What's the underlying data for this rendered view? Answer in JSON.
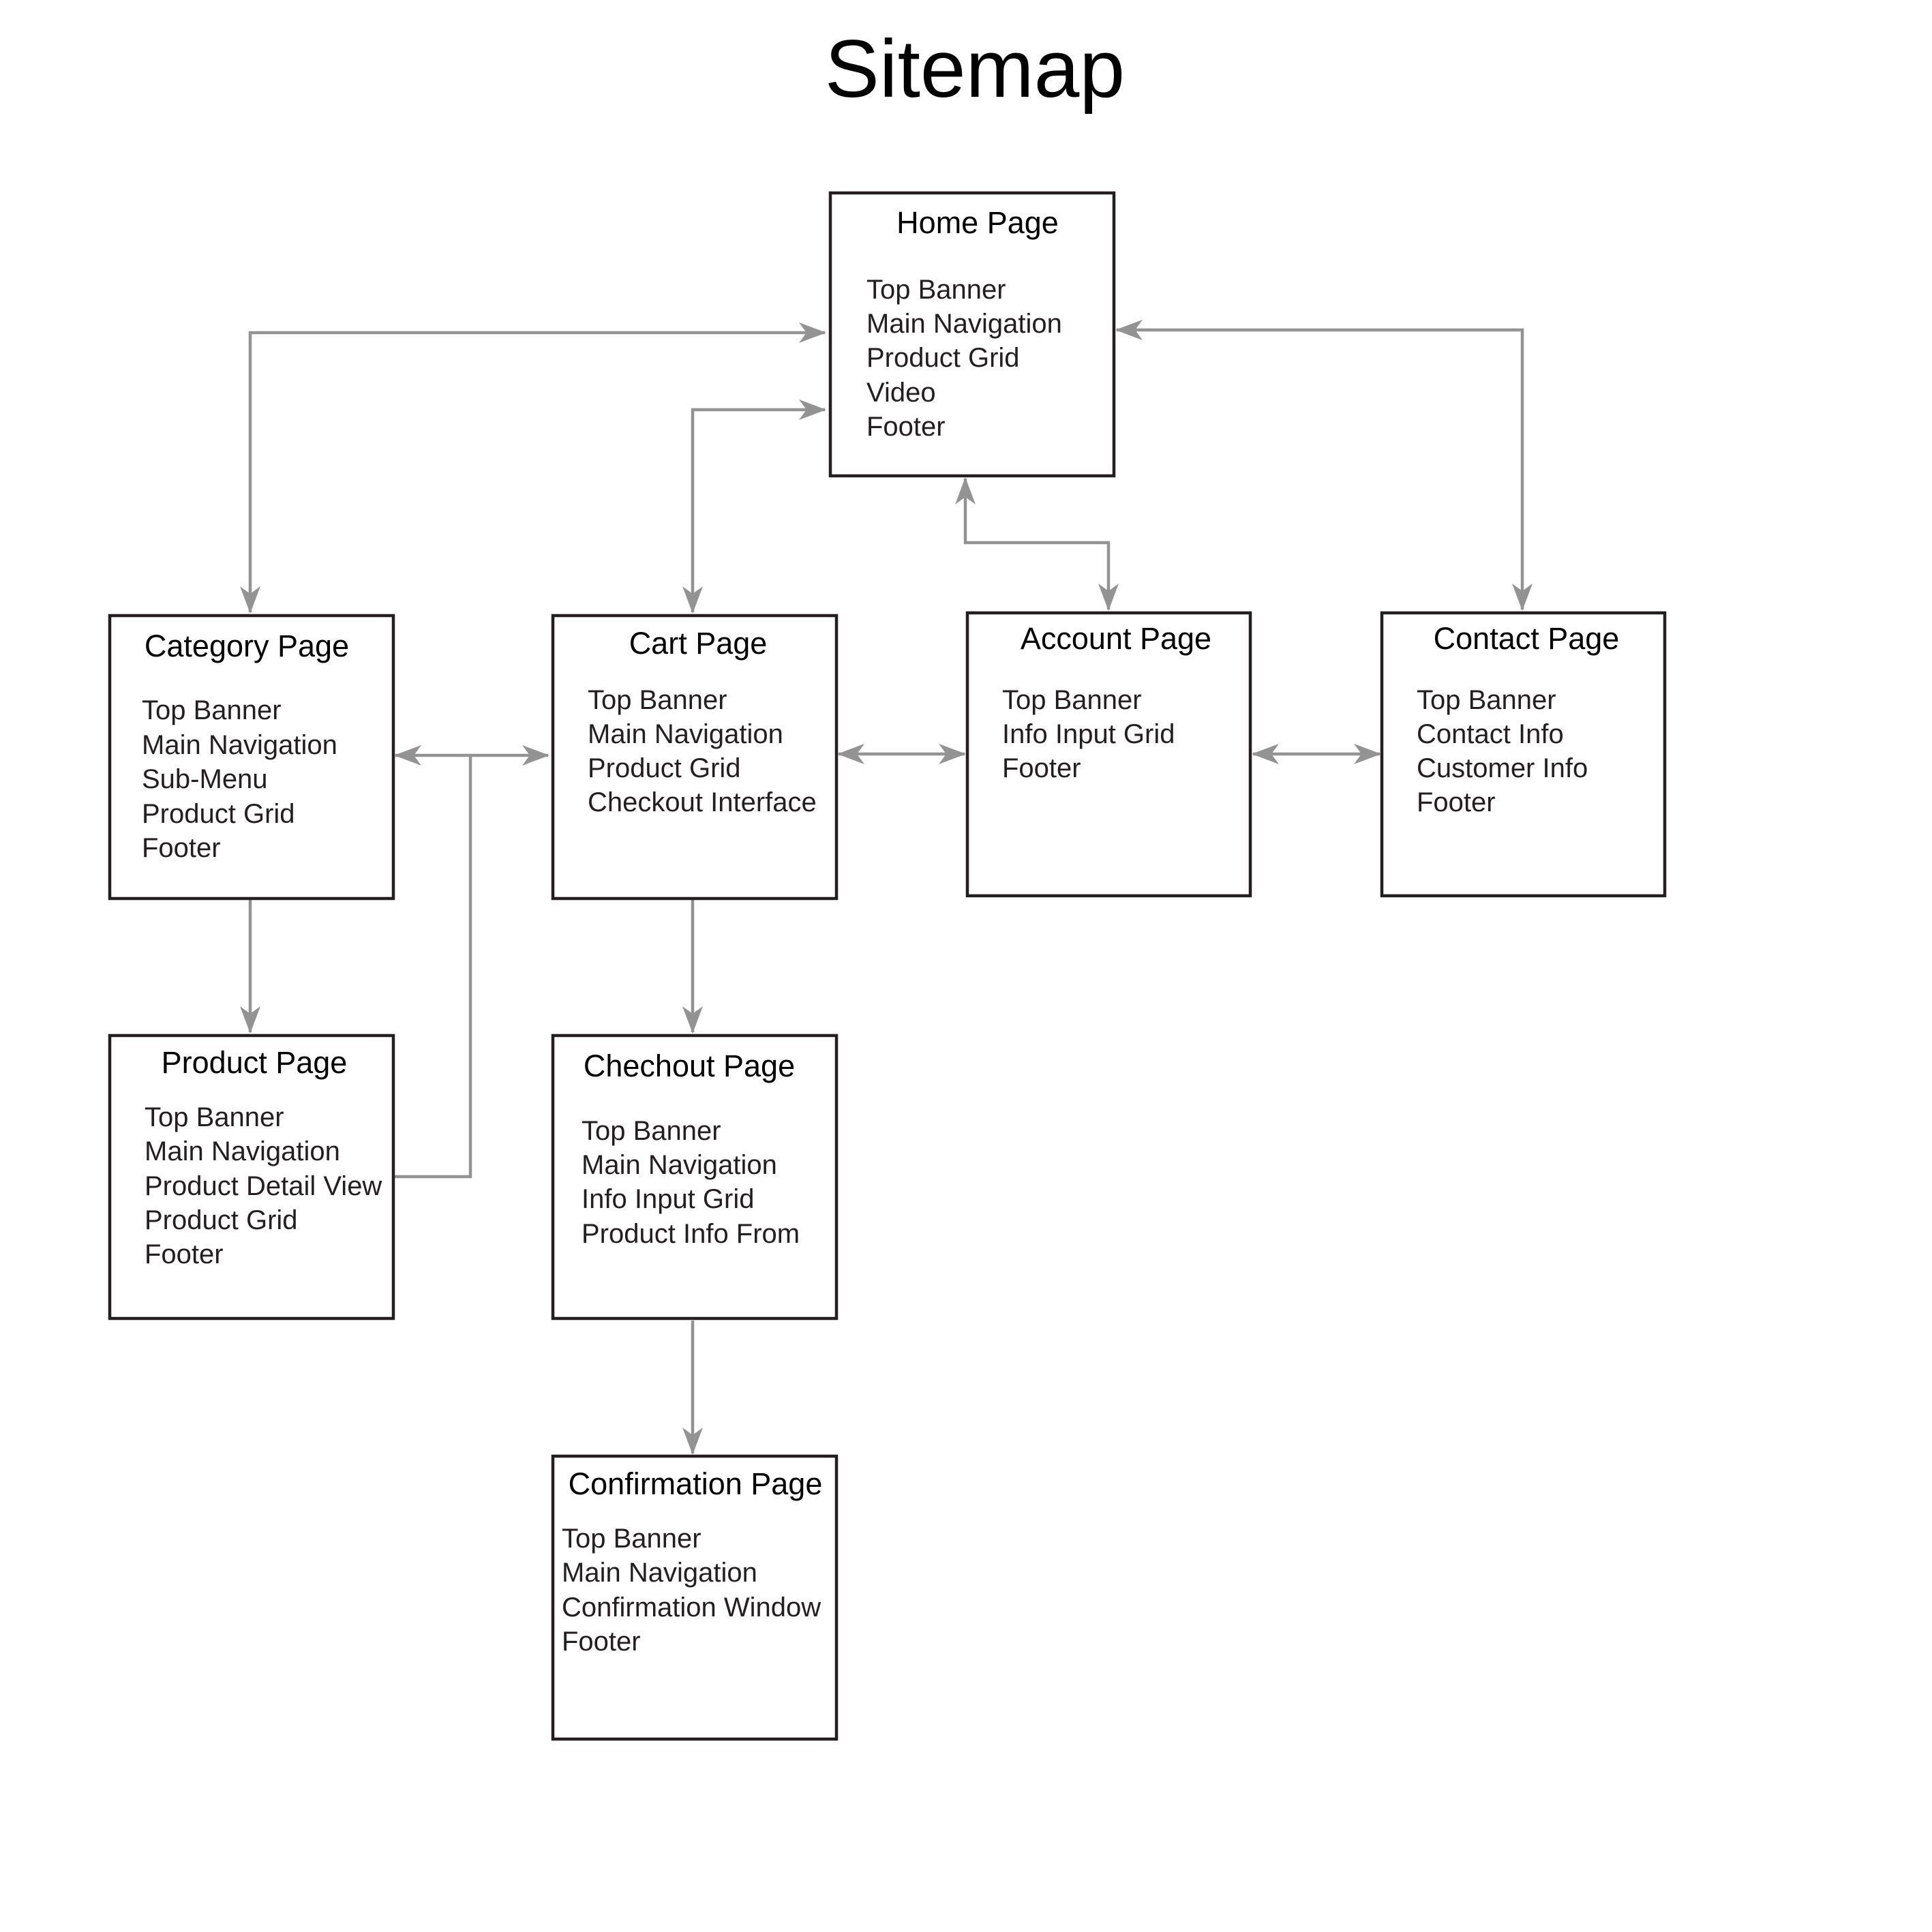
{
  "title": "Sitemap",
  "colors": {
    "box_border": "#231f20",
    "connector": "#939393",
    "text": "#231f20",
    "background": "#ffffff"
  },
  "nodes": {
    "home": {
      "title": "Home Page",
      "items": [
        "Top Banner",
        "Main Navigation",
        "Product Grid",
        "Video",
        "Footer"
      ]
    },
    "category": {
      "title": "Category Page",
      "items": [
        "Top Banner",
        "Main Navigation",
        "Sub-Menu",
        "Product Grid",
        "Footer"
      ]
    },
    "cart": {
      "title": "Cart Page",
      "items": [
        "Top Banner",
        "Main Navigation",
        "Product Grid",
        "Checkout Interface"
      ]
    },
    "account": {
      "title": "Account Page",
      "items": [
        "Top Banner",
        "Info Input Grid",
        "Footer"
      ]
    },
    "contact": {
      "title": "Contact Page",
      "items": [
        "Top Banner",
        "Contact Info",
        "Customer Info",
        "Footer"
      ]
    },
    "product": {
      "title": "Product Page",
      "items": [
        "Top Banner",
        "Main Navigation",
        "Product Detail View",
        "Product Grid",
        "Footer"
      ]
    },
    "checkout": {
      "title": "Chechout Page",
      "items": [
        "Top Banner",
        "Main Navigation",
        "Info Input Grid",
        "Product Info From"
      ]
    },
    "confirmation": {
      "title": "Confirmation Page",
      "items": [
        "Top Banner",
        "Main Navigation",
        "Confirmation Window",
        "Footer"
      ]
    }
  },
  "edges": [
    {
      "from": "home",
      "to": "category",
      "direction": "both"
    },
    {
      "from": "home",
      "to": "cart",
      "direction": "both"
    },
    {
      "from": "home",
      "to": "account",
      "direction": "both"
    },
    {
      "from": "home",
      "to": "contact",
      "direction": "both"
    },
    {
      "from": "category",
      "to": "cart",
      "direction": "both"
    },
    {
      "from": "cart",
      "to": "account",
      "direction": "both"
    },
    {
      "from": "account",
      "to": "contact",
      "direction": "both"
    },
    {
      "from": "category",
      "to": "product",
      "direction": "forward"
    },
    {
      "from": "product",
      "to": "cart",
      "direction": "forward"
    },
    {
      "from": "cart",
      "to": "checkout",
      "direction": "forward"
    },
    {
      "from": "checkout",
      "to": "confirmation",
      "direction": "forward"
    }
  ]
}
